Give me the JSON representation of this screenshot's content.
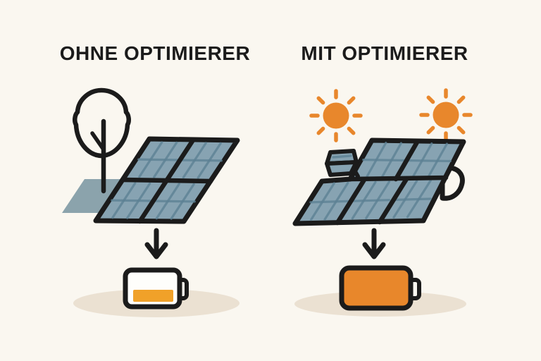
{
  "scene": {
    "left": {
      "title": "OHNE OPTIMIERER",
      "condition": "shaded-by-tree",
      "battery_level": "low",
      "elements": [
        "tree-icon",
        "tree-shadow",
        "solar-panel-2x2",
        "down-arrow-icon",
        "battery-low-icon"
      ]
    },
    "right": {
      "title": "MIT OPTIMIERER",
      "condition": "full-sun",
      "battery_level": "full",
      "elements": [
        "sun-icon",
        "sun-icon",
        "optimizer-icon",
        "solar-panel-3x2",
        "down-arrow-icon",
        "battery-full-icon"
      ]
    }
  },
  "colors": {
    "background": "#faf7f0",
    "ink": "#1b1b1b",
    "panel_blue": "#87a3b2",
    "panel_grid": "#5d8193",
    "panel_shadow": "#8ba3ac",
    "sun_orange": "#e8872c",
    "battery_bar_orange": "#f0a129",
    "battery_full_orange": "#e8872b",
    "battery_inner": "#fefefb",
    "ground_shadow": "#ebe1d2",
    "title_color": "#1b1b1b"
  }
}
